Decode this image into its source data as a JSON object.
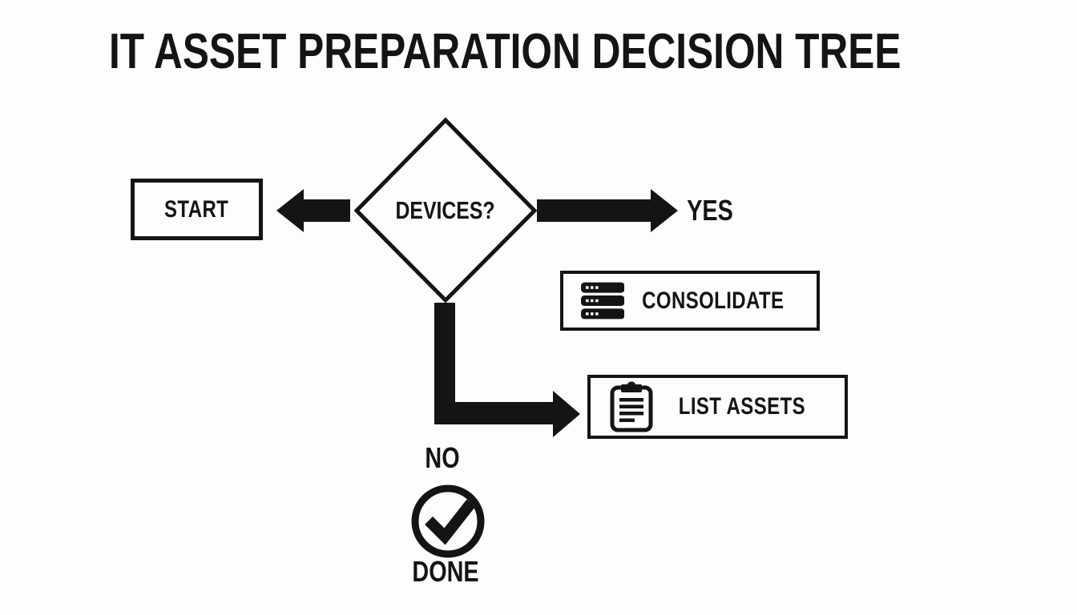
{
  "colors": {
    "background": "#fcfdfd",
    "ink": "#141414"
  },
  "title": "IT ASSET PREPARATION DECISION TREE",
  "flowchart": {
    "start": {
      "label": "START"
    },
    "decision": {
      "label": "DEVICES?"
    },
    "yes_label": "YES",
    "no_label": "NO",
    "consolidate": {
      "label": "CONSOLIDATE",
      "icon": "server-stack-icon"
    },
    "list_assets": {
      "label": "LIST ASSETS",
      "icon": "clipboard-icon"
    },
    "done": {
      "label": "DONE",
      "icon": "check-circle-icon"
    }
  }
}
